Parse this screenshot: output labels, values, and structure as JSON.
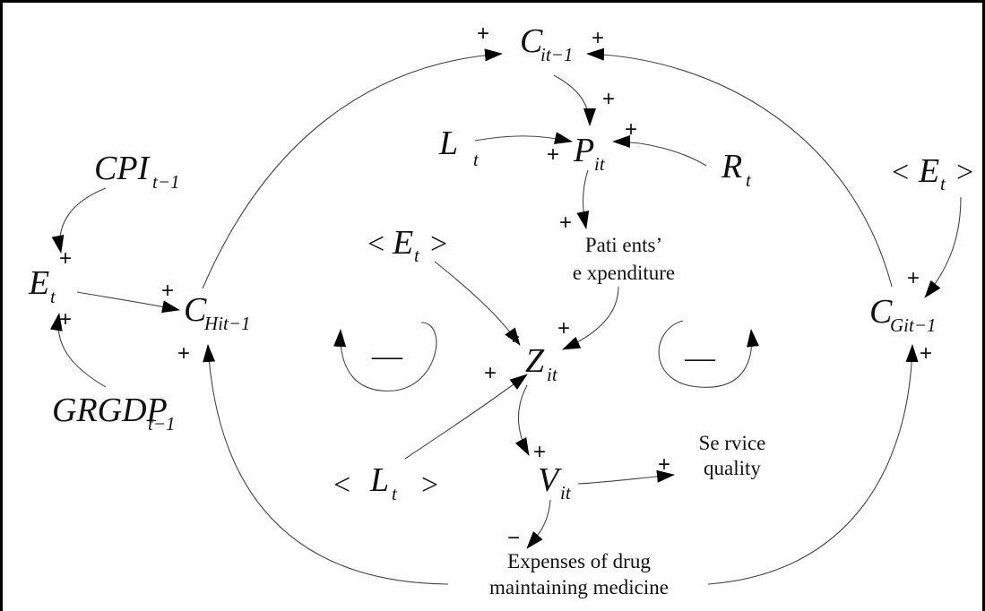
{
  "variables": {
    "c_it1": {
      "base": "C",
      "sub": "it−1"
    },
    "p_it": {
      "base": "P",
      "sub": "it"
    },
    "l_t": {
      "base": "L",
      "sub": "t"
    },
    "r_t": {
      "base": "R",
      "sub": "t"
    },
    "cpi": {
      "base": "CPI",
      "sub": "t−1"
    },
    "e_t": {
      "base": "E",
      "sub": "t"
    },
    "grgdp": {
      "base": "GRGDP",
      "sub": "t−1"
    },
    "c_hit1": {
      "base": "C",
      "sub": "Hit−1"
    },
    "c_git1": {
      "base": "C",
      "sub": "Git−1"
    },
    "e_t_shadow_mid": {
      "open": "<",
      "base": "E",
      "sub": "t",
      "close": ">"
    },
    "e_t_shadow_right": {
      "open": "<",
      "base": "E",
      "sub": "t",
      "close": ">"
    },
    "l_t_shadow": {
      "open": "<",
      "base": "L",
      "sub": "t",
      "close": ">"
    },
    "z_it": {
      "base": "Z",
      "sub": "it"
    },
    "v_it": {
      "base": "V",
      "sub": "it"
    }
  },
  "labels": {
    "patients_expenditure": [
      "Pati ents’",
      "e xpenditure"
    ],
    "service_quality": [
      "Se rvice",
      "quality"
    ],
    "expenses_drug": [
      "Expenses of drug",
      "maintaining medicine"
    ]
  },
  "signs": {
    "plus": "+",
    "minus": "−"
  },
  "loops": {
    "left_polarity": "—",
    "right_polarity": "—"
  }
}
